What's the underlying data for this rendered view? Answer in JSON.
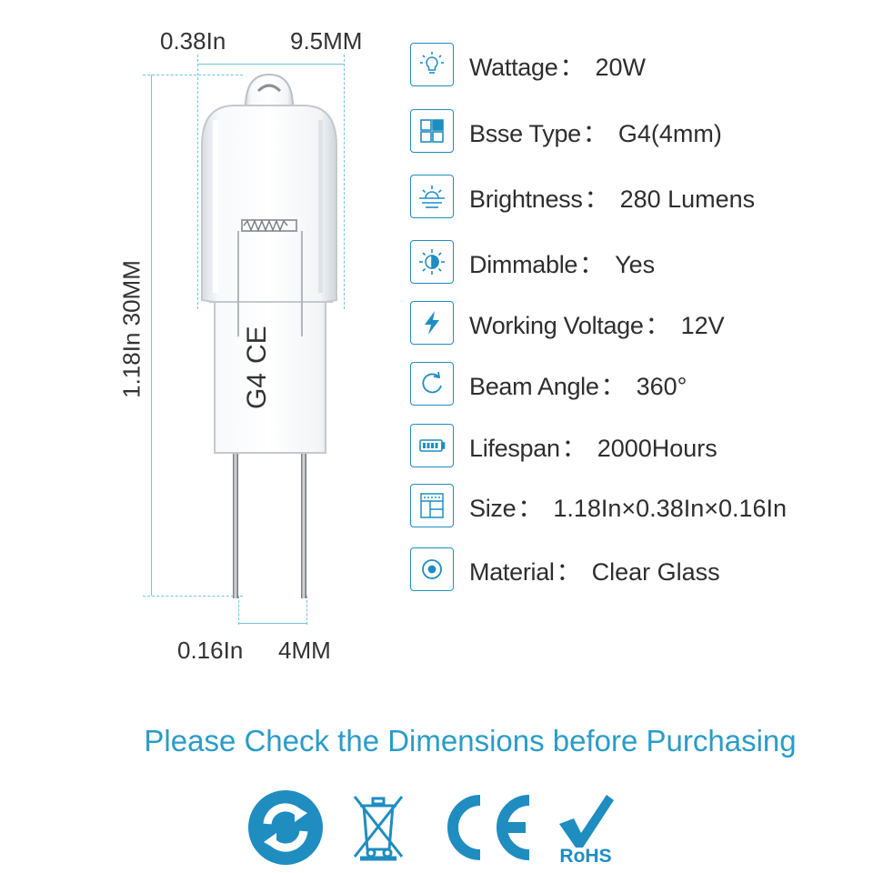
{
  "dimensions": {
    "top_in": "0.38In",
    "top_mm": "9.5MM",
    "height_label": "1.18In 30MM",
    "bottom_in": "0.16In",
    "bottom_mm": "4MM"
  },
  "bulb": {
    "print_g4": "G4",
    "print_ce": "CE"
  },
  "specs": [
    {
      "icon": "bulb-icon",
      "label": "Wattage",
      "value": "20W"
    },
    {
      "icon": "base-type-icon",
      "label": "Bsse Type",
      "value": "G4(4mm)"
    },
    {
      "icon": "sunrise-icon",
      "label": "Brightness",
      "value": "280 Lumens"
    },
    {
      "icon": "dimmer-icon",
      "label": "Dimmable",
      "value": "Yes"
    },
    {
      "icon": "lightning-icon",
      "label": "Working Voltage",
      "value": "12V"
    },
    {
      "icon": "rotate-icon",
      "label": "Beam Angle",
      "value": "360°"
    },
    {
      "icon": "battery-icon",
      "label": "Lifespan",
      "value": "2000Hours"
    },
    {
      "icon": "floorplan-icon",
      "label": "Size",
      "value": "1.18In×0.38In×0.16In"
    },
    {
      "icon": "target-icon",
      "label": "Material",
      "value": "Clear Glass"
    }
  ],
  "separator": "：",
  "notice": "Please Check the Dimensions before Purchasing",
  "certifications": {
    "rohs": "RoHS"
  },
  "colors": {
    "accent": "#1f8dc0",
    "notice": "#2a9cc8",
    "dimension_lines": "#6fc4dc"
  }
}
